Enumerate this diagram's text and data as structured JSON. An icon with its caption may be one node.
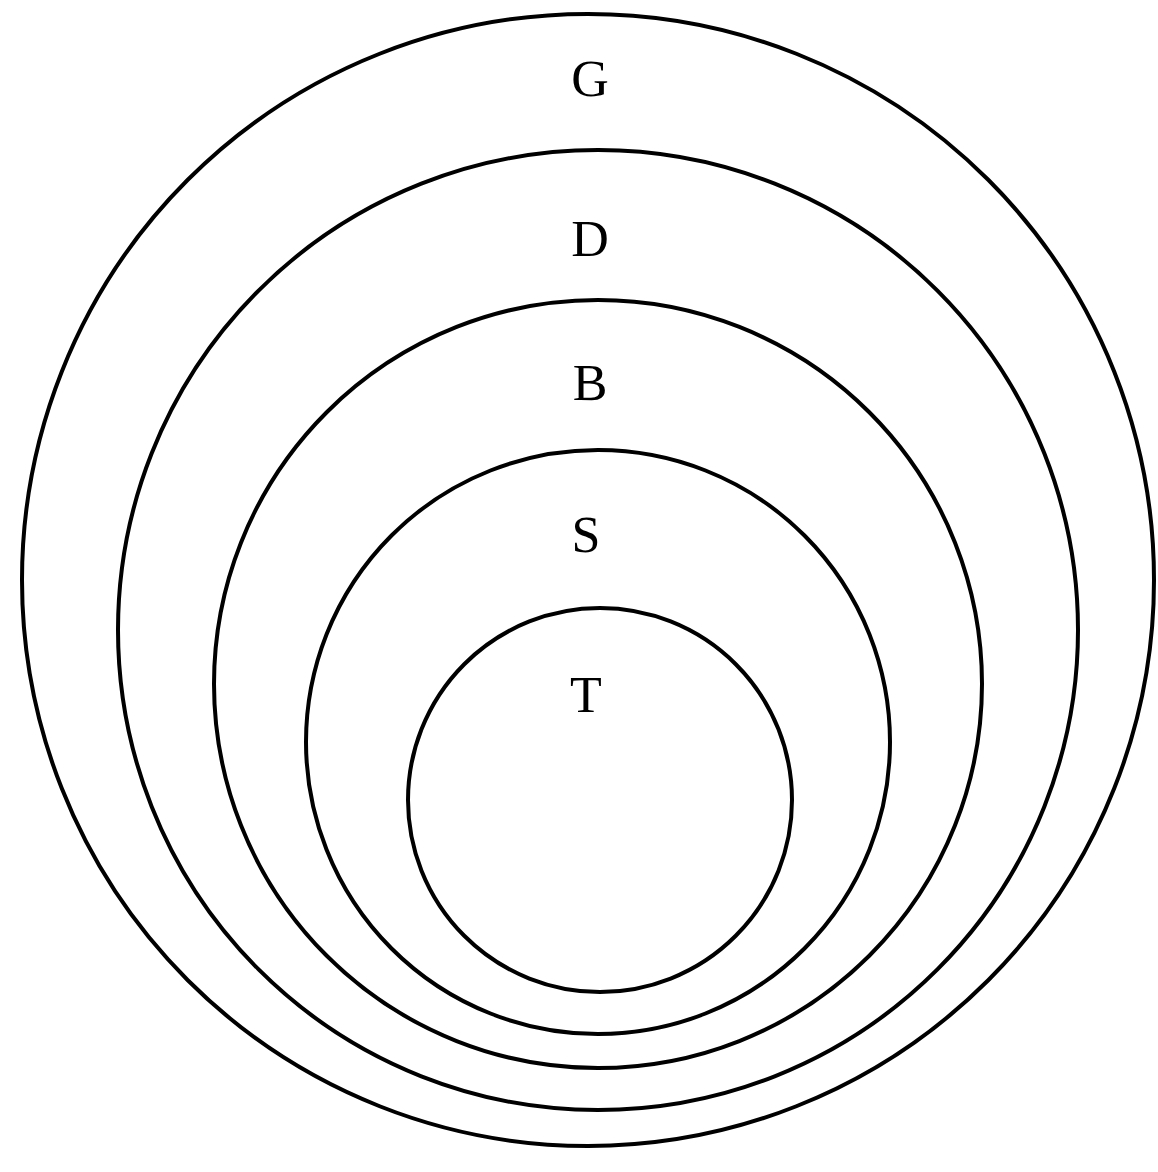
{
  "diagram": {
    "nodes": [
      {
        "text": [
          "G"
        ]
      },
      {
        "text": [
          "D"
        ],
        "in": 0
      },
      {
        "text": [
          "B"
        ],
        "in": 1
      },
      {
        "text": [
          "S"
        ],
        "in": 2
      },
      {
        "text": [
          "T"
        ],
        "in": 3
      }
    ]
  }
}
